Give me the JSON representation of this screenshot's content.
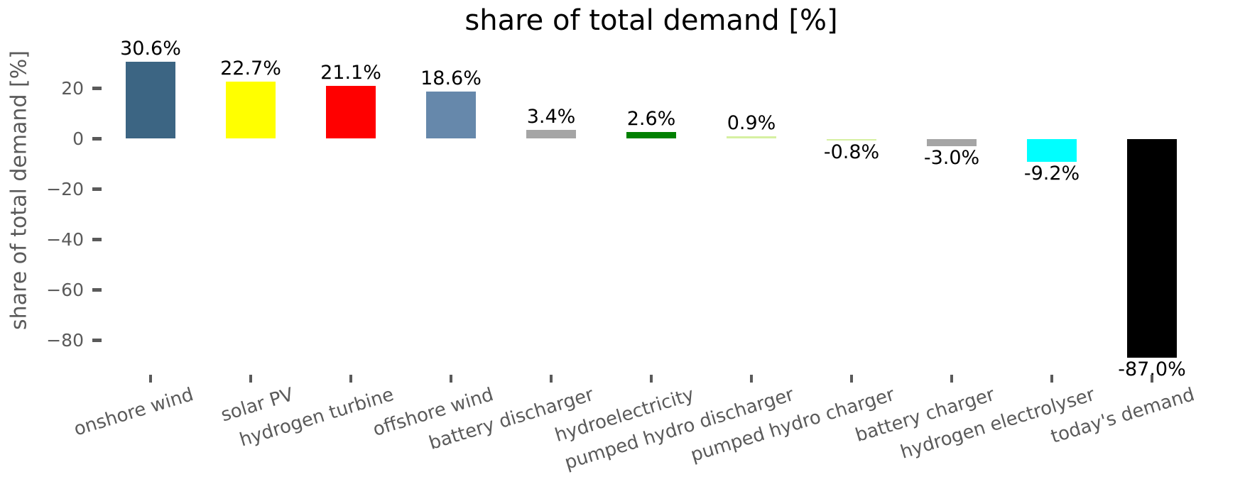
{
  "chart_data": {
    "type": "bar",
    "title": "share of total demand [%]",
    "ylabel": "share of total demand [%]",
    "xlabel": "",
    "categories": [
      "onshore wind",
      "solar PV",
      "hydrogen turbine",
      "offshore wind",
      "battery discharger",
      "hydroelectricity",
      "pumped hydro discharger",
      "pumped hydro charger",
      "battery charger",
      "hydrogen electrolyser",
      "today's demand"
    ],
    "values": [
      30.6,
      22.7,
      21.1,
      18.6,
      3.4,
      2.6,
      0.9,
      -0.8,
      -3.0,
      -9.2,
      -87.0
    ],
    "bar_labels": [
      "30.6%",
      "22.7%",
      "21.1%",
      "18.6%",
      "3.4%",
      "2.6%",
      "0.9%",
      "-0.8%",
      "-3.0%",
      "-9.2%",
      "-87.0%"
    ],
    "bar_colors": [
      "#3c6583",
      "#ffff00",
      "#ff0000",
      "#6688ab",
      "#a5a5a5",
      "#008000",
      "#d6f0a2",
      "#d6f0a2",
      "#a5a5a5",
      "#00ffff",
      "#000000"
    ],
    "yticks": [
      20,
      0,
      -20,
      -40,
      -60,
      -80
    ],
    "ytick_labels": [
      "20",
      "0",
      "−20",
      "−40",
      "−60",
      "−80"
    ],
    "ylim": [
      -94,
      35
    ],
    "grid": false,
    "legend": "none",
    "x_label_rotation_deg": 17,
    "axis_text_color": "#5a5a5a",
    "value_label_color": "#000000"
  }
}
